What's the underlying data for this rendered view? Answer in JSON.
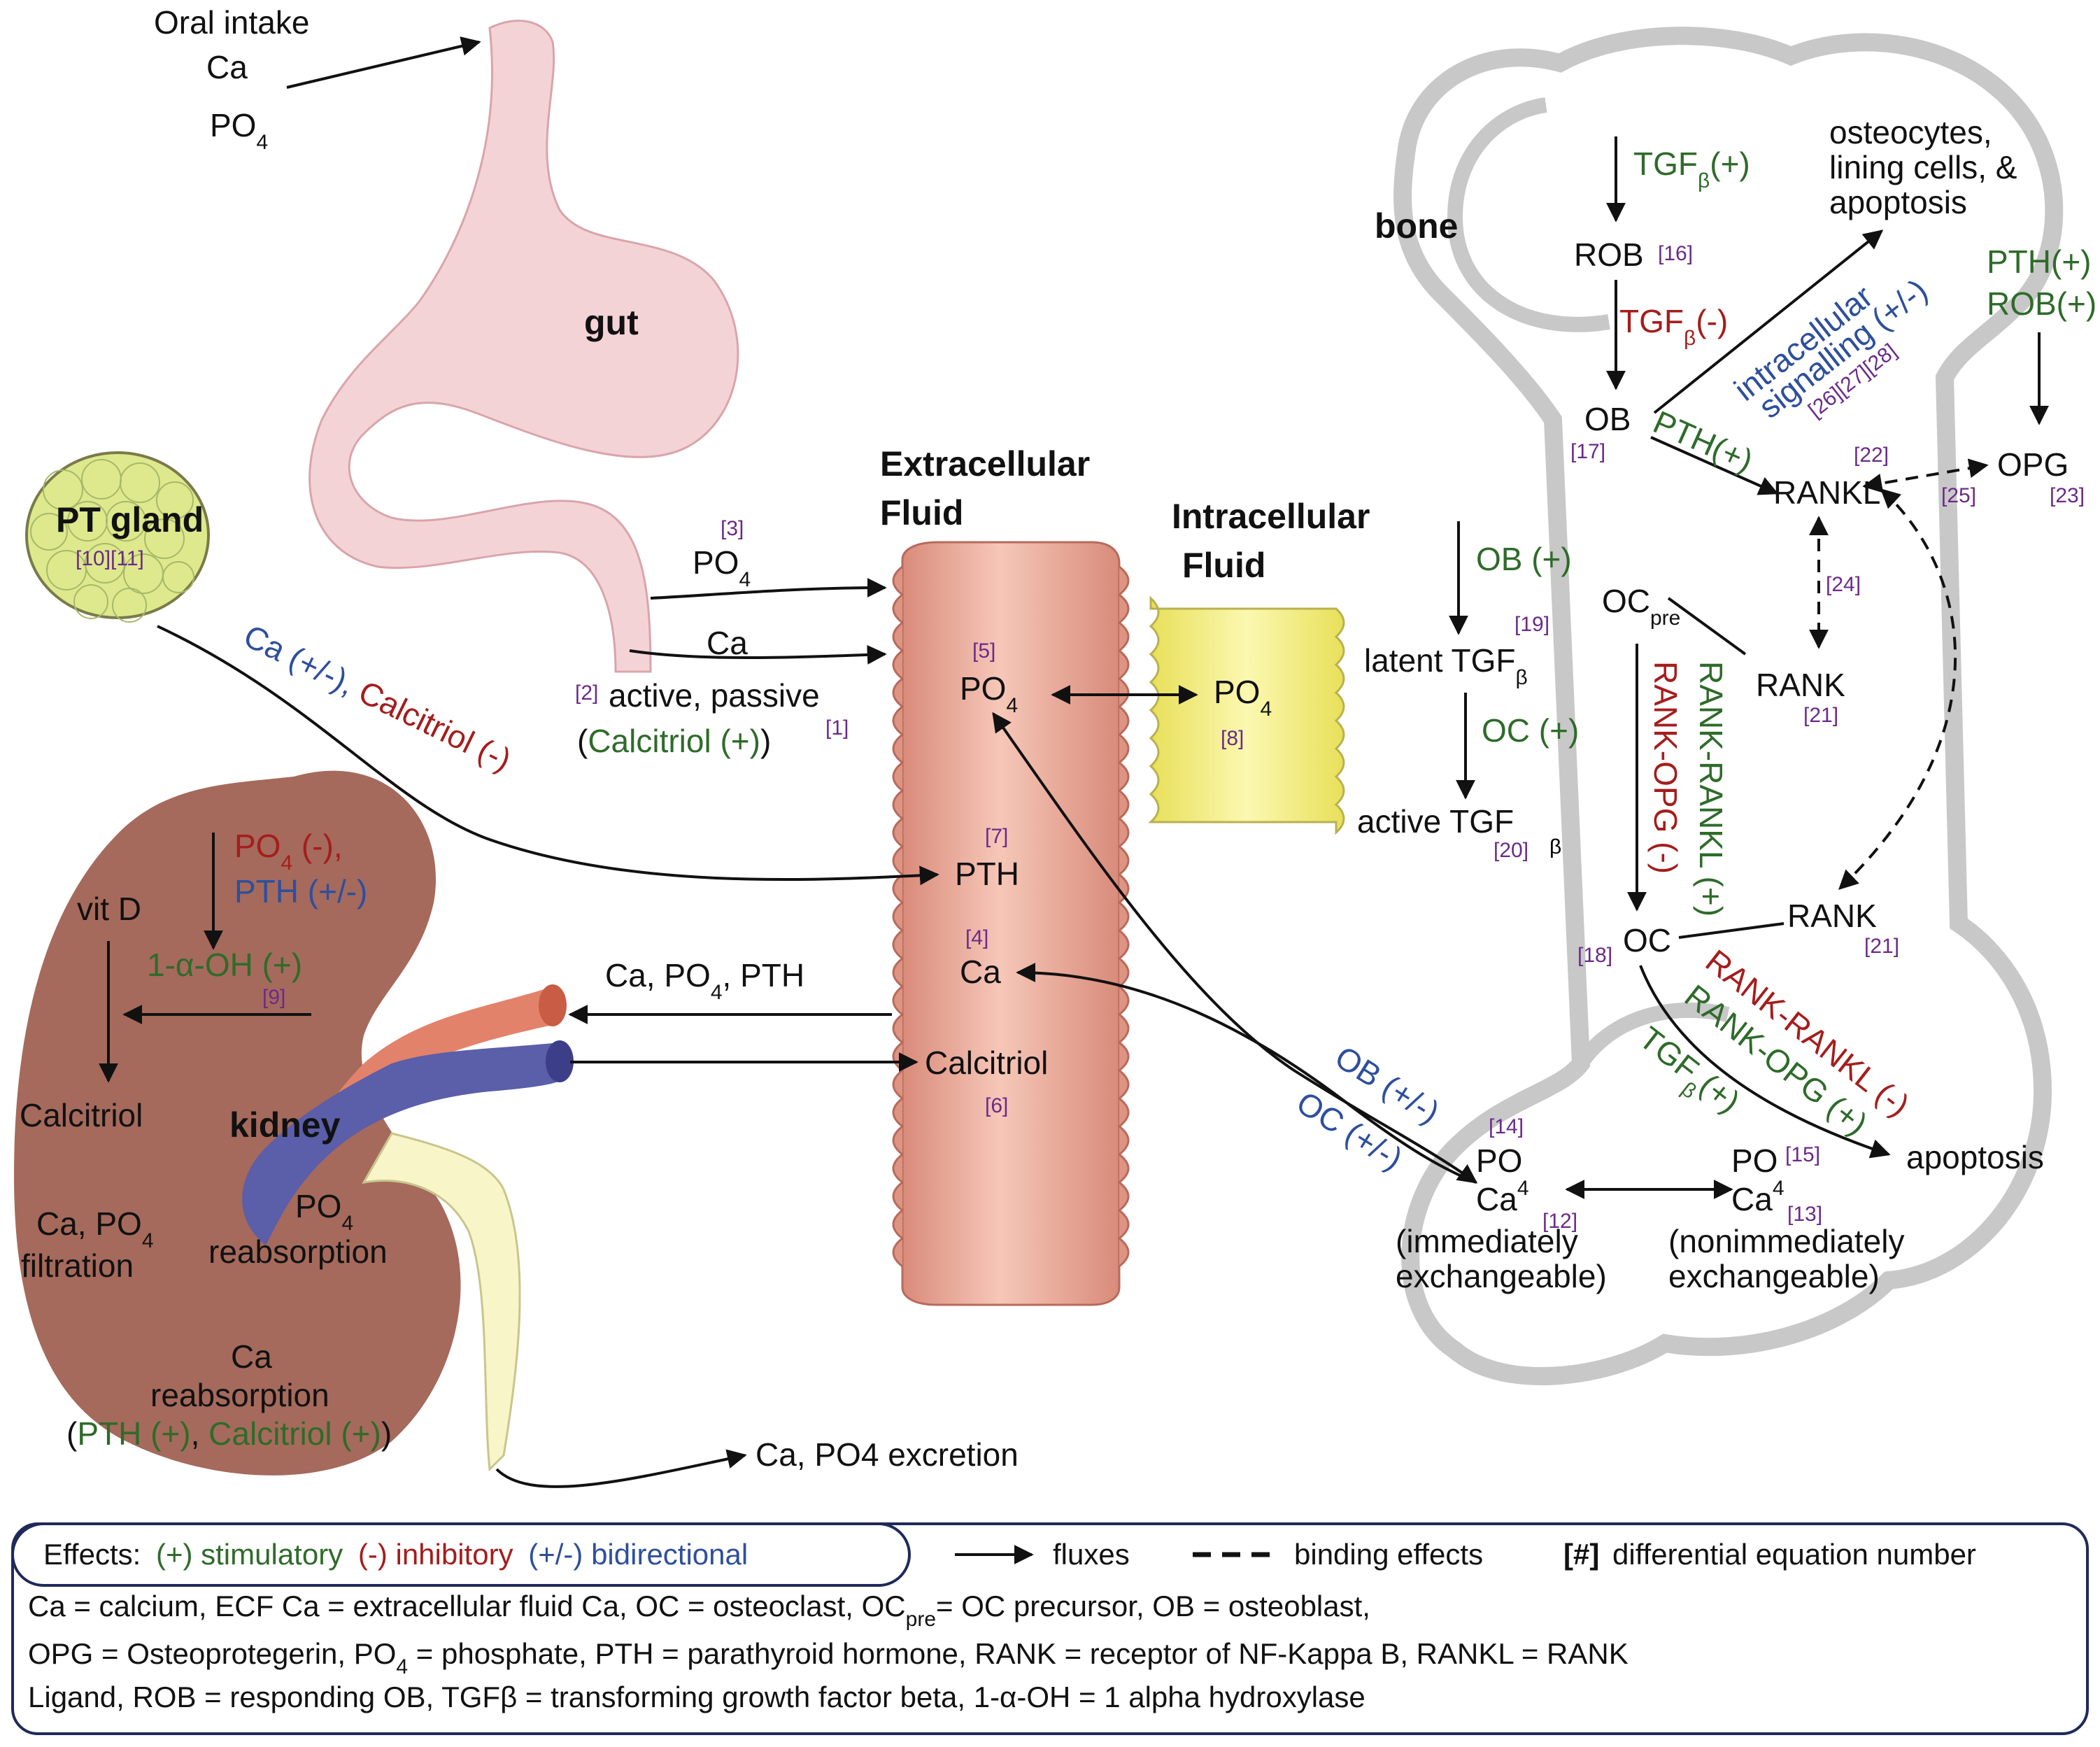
{
  "oral_intake": {
    "title": "Oral intake",
    "ca": "Ca",
    "po": "PO",
    "sub4": "4"
  },
  "gut": {
    "label": "gut",
    "ref_po": "[3]",
    "po": "PO",
    "sub4": "4",
    "ca": "Ca",
    "ref_active": "[2]",
    "active_passive": "active, passive",
    "calcitriol_open": "(",
    "calcitriol": "Calcitriol (+)",
    "calcitriol_close": ")",
    "ref_1": "[1]"
  },
  "pt_gland": {
    "label": "PT gland",
    "refs": "[10][11]"
  },
  "pt_effect": {
    "ca": "Ca (+/-), ",
    "calcitriol": "Calcitriol (-)"
  },
  "ecf": {
    "title_1": "Extracellular",
    "title_2": "Fluid",
    "ref_po": "[5]",
    "po": "PO",
    "sub4": "4",
    "ref_pth": "[7]",
    "pth": "PTH",
    "ref_ca": "[4]",
    "ca": "Ca",
    "calcitriol": "Calcitriol",
    "ref_calcitriol": "[6]"
  },
  "icf": {
    "title_1": "Intracellular",
    "title_2": "Fluid",
    "po": "PO",
    "sub4": "4",
    "ref": "[8]"
  },
  "kidney": {
    "label": "kidney",
    "po_minus": "PO",
    "po_sub": "4",
    "po_minus_suffix": " (-),",
    "pth_bid": "PTH (+/-)",
    "vit_d": "vit D",
    "one_a_oh": "1-α-OH (+)",
    "ref_9": "[9]",
    "calcitriol": "Calcitriol",
    "filtration_1": "Ca, PO",
    "filtration_sub": "4",
    "filtration_2": "filtration",
    "reab_po": "PO",
    "reab_sub": "4",
    "reab_word": "reabsorption",
    "ca_reab_1": "Ca",
    "ca_reab_2": "reabsorption",
    "ca_reab_open": "(",
    "ca_reab_pth": "PTH (+)",
    "ca_reab_comma": ", ",
    "ca_reab_calc": "Calcitriol (+)",
    "ca_reab_close": ")"
  },
  "flux_ca_po_pth": {
    "part1": "Ca, PO",
    "sub4": "4",
    "part2": ", PTH"
  },
  "excretion": "Ca, PO4 excretion",
  "bone": {
    "label": "bone",
    "tgf_pos": "TGF",
    "tgf_pos_sub": "β",
    "tgf_pos_suffix": "(+)",
    "rob": "ROB",
    "ref_16": "[16]",
    "tgf_neg": "TGF",
    "tgf_neg_sub": "β",
    "tgf_neg_suffix": "(-)",
    "ob": "OB",
    "ref_17": "[17]",
    "pth_pos": "PTH(+)",
    "intracellular_1": "intracellular",
    "intracellular_2": "signalling (+/-)",
    "refs_26_28": "[26][27][28]",
    "osteocytes_1": "osteocytes,",
    "osteocytes_2": "lining cells, &",
    "osteocytes_3": "apoptosis",
    "pth_rob_1": "PTH(+)",
    "pth_rob_2": "ROB(+)",
    "ref_22": "[22]",
    "rankl": "RANKL",
    "opg": "OPG",
    "ref_25": "[25]",
    "ref_23": "[23]",
    "ob_pos": "OB (+)",
    "ref_19": "[19]",
    "latent_tgf": "latent TGF",
    "latent_sub": "β",
    "oc_pos": "OC (+)",
    "active_tgf": "active  TGF",
    "ref_20": "[20]",
    "active_sub": "β",
    "oc_pre": "OC",
    "oc_pre_sub": "pre",
    "ref_24": "[24]",
    "rank_1": "RANK",
    "ref_21a": "[21]",
    "rank_opg_neg": "RANK-OPG (-)",
    "rank_rankl_pos": "RANK-RANKL (+)",
    "ref_18": "[18]",
    "oc": "OC",
    "rank_2": "RANK",
    "ref_21b": "[21]",
    "rank_rankl_neg": "RANK-RANKL (-)",
    "rank_opg_pos": "RANK-OPG (+)",
    "tgf_b_pos": "TGF",
    "tgf_b_pos_sub": "β",
    "tgf_b_pos_suffix": "(+)",
    "apoptosis": "apoptosis",
    "ob_bid": "OB (+/-)",
    "oc_bid": "OC (+/-)",
    "ref_14": "[14]",
    "po_imm": "PO",
    "ca_imm": "Ca",
    "sub_imm": "4",
    "ref_12": "[12]",
    "imm_1": "(immediately",
    "imm_2": "exchangeable)",
    "po_non": "PO",
    "ref_15": "[15]",
    "ca_non": "Ca",
    "sub_non": "4",
    "ref_13": "[13]",
    "non_1": "(nonimmediately",
    "non_2": "exchangeable)"
  },
  "legend": {
    "effects": "Effects:",
    "stimulatory": "(+) stimulatory",
    "inhibitory": "(-) inhibitory",
    "bidirectional": "(+/-) bidirectional",
    "fluxes": "fluxes",
    "binding": "binding effects",
    "eq_symbol": "[#]",
    "eq_text": "differential equation number",
    "line1": "Ca = calcium,  ECF Ca = extracellular fluid Ca, OC = osteoclast, OC",
    "line1_sub": "pre",
    "line1_end": "= OC precursor, OB = osteoblast,",
    "line2_a": "OPG = Osteoprotegerin, PO",
    "line2_sub": "4",
    "line2_b": " = phosphate, PTH = parathyroid hormone, RANK = receptor of NF-Kappa B, RANKL = RANK",
    "line3": "Ligand, ROB = responding OB, TGFβ = transforming growth factor beta, 1-α-OH = 1 alpha hydroxylase"
  },
  "colors": {
    "stimulatory": "#2f6b2a",
    "inhibitory": "#a51d1d",
    "bidirectional": "#2e4f9c",
    "reference": "#6b2a8a",
    "gut": "#f4d3d6",
    "ecf": "#e9a896",
    "icf": "#f5f07a",
    "kidney": "#a56a5c",
    "pt_gland": "#dde98c",
    "bone": "#e3e3e3",
    "renal_artery": "#e3826a",
    "renal_vein": "#5b5ea8",
    "ureter": "#f8f5c9"
  }
}
